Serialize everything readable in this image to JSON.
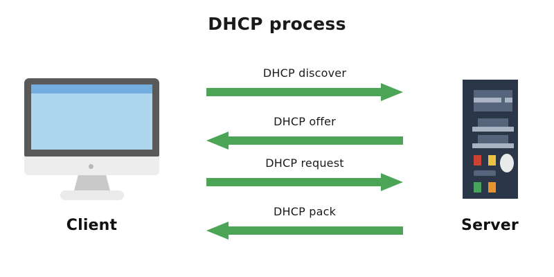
{
  "diagram": {
    "title": "DHCP process",
    "accent_color": "#4ca457",
    "background": "#ffffff"
  },
  "endpoints": {
    "client": {
      "label": "Client",
      "icon": "desktop-monitor-icon",
      "bezel_color": "#595959",
      "screen_color": "#aed7ef",
      "titlebar_color": "#74aee0"
    },
    "server": {
      "label": "Server",
      "icon": "server-tower-icon",
      "body_color": "#2b3749",
      "panel_color": "#56657c",
      "led_colors": [
        "#cc4334",
        "#edc142",
        "#48a35c",
        "#e8942e"
      ]
    }
  },
  "messages": [
    {
      "label": "DHCP discover",
      "direction": "right",
      "from": "Client",
      "to": "Server",
      "step": 1
    },
    {
      "label": "DHCP offer",
      "direction": "left",
      "from": "Server",
      "to": "Client",
      "step": 2
    },
    {
      "label": "DHCP request",
      "direction": "right",
      "from": "Client",
      "to": "Server",
      "step": 3
    },
    {
      "label": "DHCP pack",
      "direction": "left",
      "from": "Server",
      "to": "Client",
      "step": 4
    }
  ]
}
